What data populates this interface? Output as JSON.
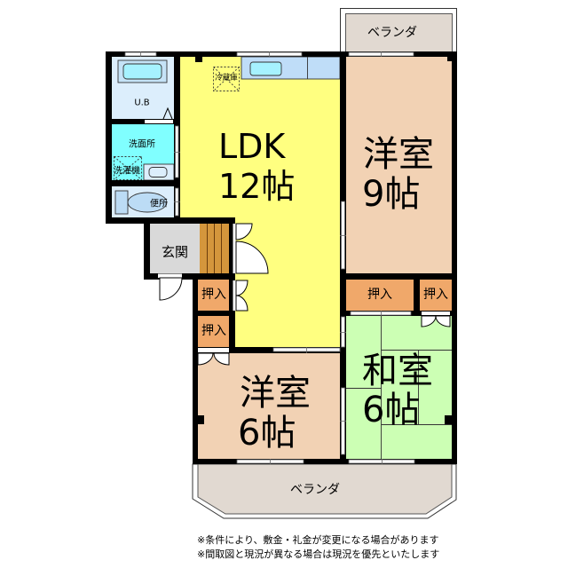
{
  "floorplan": {
    "rooms": {
      "ldk": {
        "name": "LDK",
        "size": "12帖"
      },
      "western_9": {
        "name": "洋室",
        "size": "9帖"
      },
      "western_6": {
        "name": "洋室",
        "size": "6帖"
      },
      "japanese_6": {
        "name": "和室",
        "size": "6帖"
      },
      "unit_bath": {
        "name": "U.B"
      },
      "washroom": {
        "name": "洗面所"
      },
      "toilet": {
        "name": "便所"
      },
      "entrance": {
        "name": "玄関"
      },
      "closets": [
        {
          "name": "押入"
        },
        {
          "name": "押入"
        },
        {
          "name": "押入"
        },
        {
          "name": "押入"
        }
      ],
      "veranda_top": {
        "name": "ベランダ"
      },
      "veranda_bottom": {
        "name": "ベランダ"
      }
    },
    "fixtures": {
      "refrigerator": "冷蔵庫",
      "washing_machine": "洗濯機"
    }
  },
  "notes": [
    "※条件により、敷金・礼金が変更になる場合があります",
    "※間取図と現況が異なる場合は現況を優先といたします"
  ],
  "colors": {
    "ldk": "#FFFF80",
    "western": "#F2D2B4",
    "japanese": "#CCFFB4",
    "closet": "#F0A86A",
    "washroom": "#80FFFF",
    "bath": "#DCEEFC",
    "entrance": "#D9D9D9",
    "steps": "#D4963C",
    "veranda": "#E1D9D1",
    "counter": "#BFDDF8",
    "sink": "#A6F2FF",
    "fixture": "#BCDCF5"
  }
}
